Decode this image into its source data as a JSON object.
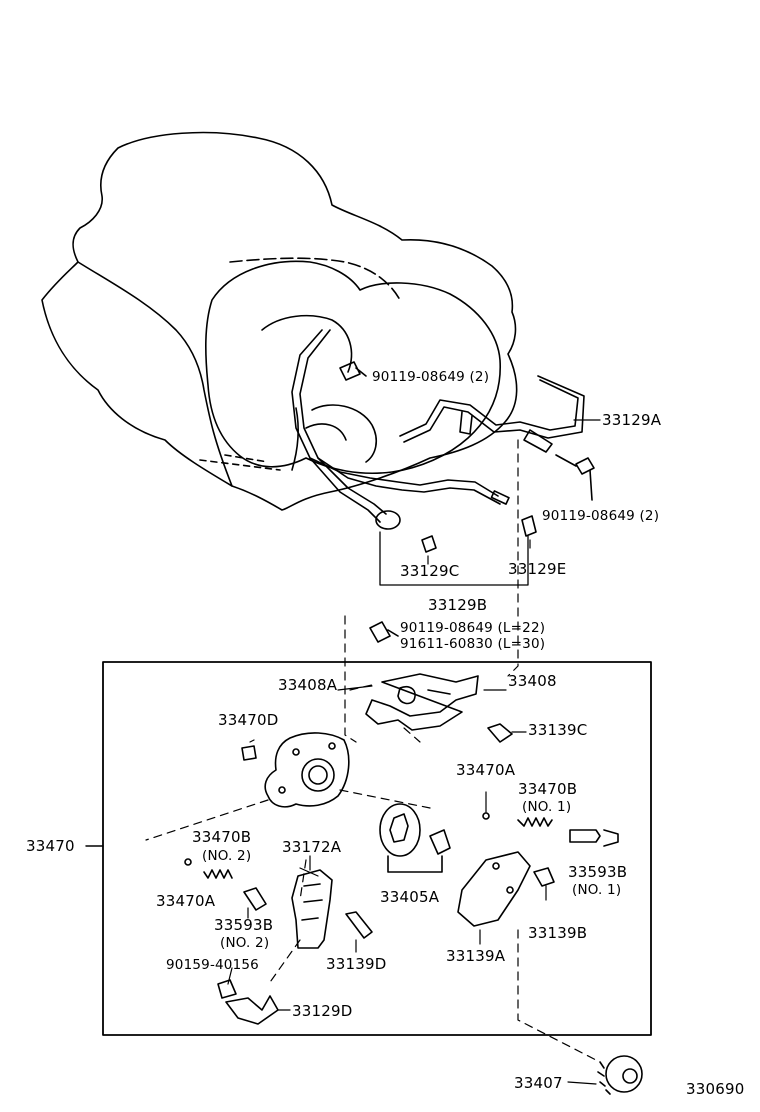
{
  "diagram": {
    "labels": {
      "bolt_upper_a": "90119-08649 (2)",
      "pipe_a": "33129A",
      "bolt_upper_b": "90119-08649 (2)",
      "clip_c": "33129C",
      "clip_e": "33129E",
      "pipe_b": "33129B",
      "bolt_l22": "90119-08649 (L=22)",
      "bolt_l30": "91611-60830 (L=30)",
      "guide_a": "33408A",
      "guide": "33408",
      "bolt_c": "33139C",
      "plug_d": "33470D",
      "pin_a_right": "33470A",
      "spring_b_right": "33470B",
      "no1_a": "(NO. 1)",
      "assy": "33470",
      "spring_b_left": "33470B",
      "no2_a": "(NO. 2)",
      "shaft_a": "33172A",
      "plug_b_right": "33593B",
      "no1_b": "(NO. 1)",
      "pin_a_left": "33470A",
      "gear": "33405A",
      "plug_b_left": "33593B",
      "no2_b": "(NO. 2)",
      "bolt_b": "33139B",
      "bolt_40156": "90159-40156",
      "bolt_d": "33139D",
      "cover_a": "33139A",
      "bracket_d": "33129D",
      "drive_gear": "33407",
      "figure_no": "330690"
    }
  }
}
